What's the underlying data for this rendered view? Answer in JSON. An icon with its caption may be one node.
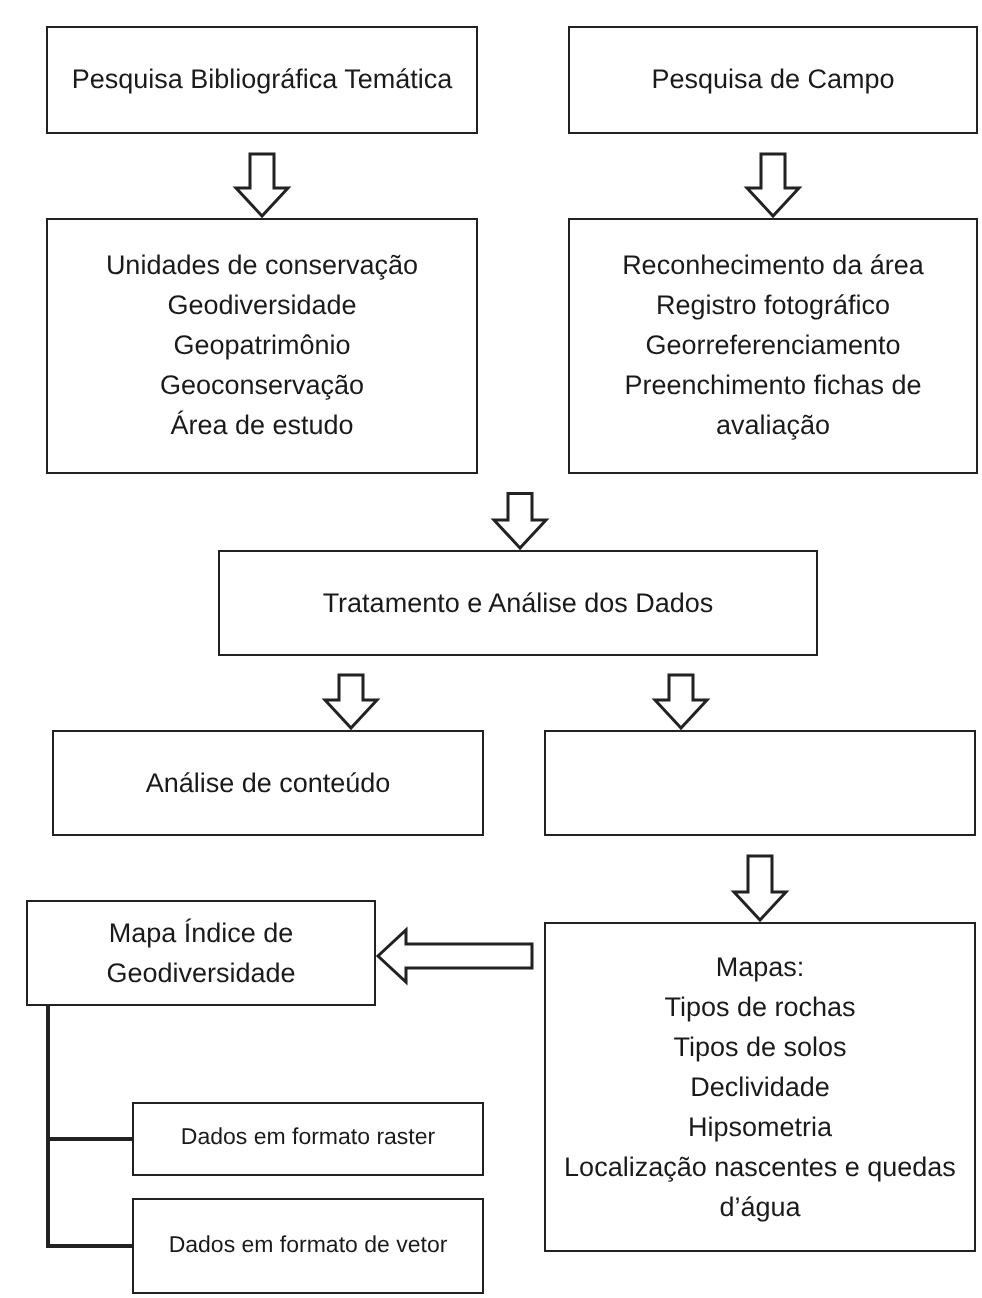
{
  "diagram": {
    "nodes": [
      {
        "text": [
          "Pesquisa Bibliográfica Temática"
        ]
      },
      {
        "text": [
          "Pesquisa de Campo"
        ]
      },
      {
        "text": [
          "Unidades de conservação",
          "Geodiversidade",
          "Geopatrimônio",
          "Geoconservação",
          "Área de estudo"
        ]
      },
      {
        "text": [
          "Reconhecimento da área",
          "Registro fotográfico",
          "Georreferenciamento",
          "Preenchimento fichas de avaliação"
        ]
      },
      {
        "text": [
          "Tratamento e Análise dos Dados"
        ]
      },
      {
        "text": [
          "Análise de conteúdo"
        ]
      },
      {
        "text": [],
        "shape": "box"
      },
      {
        "text": [
          "Mapa Índice de Geodiversidade"
        ]
      },
      {
        "text": [
          "Mapas:",
          "Tipos de rochas",
          "Tipos de solos",
          "Declividade",
          "Hipsometria",
          "Localização nascentes e quedas d’água"
        ]
      },
      {
        "text": [
          "Dados em formato raster"
        ]
      },
      {
        "text": [
          "Dados em formato de vetor"
        ]
      }
    ],
    "edges": [
      {
        "from": 0,
        "to": 2,
        "arrow": "to"
      },
      {
        "from": 1,
        "to": 3,
        "arrow": "to"
      },
      {
        "from": 2,
        "to": 4,
        "arrow": "to"
      },
      {
        "from": 3,
        "to": 4,
        "arrow": "to"
      },
      {
        "from": 4,
        "to": 5,
        "arrow": "to"
      },
      {
        "from": 4,
        "to": 6,
        "arrow": "to"
      },
      {
        "from": 6,
        "to": 8,
        "arrow": "to"
      },
      {
        "from": 8,
        "to": 7,
        "arrow": "to"
      },
      {
        "from": 7,
        "to": 9,
        "arrow": "none"
      },
      {
        "from": 7,
        "to": 10,
        "arrow": "none"
      }
    ]
  }
}
